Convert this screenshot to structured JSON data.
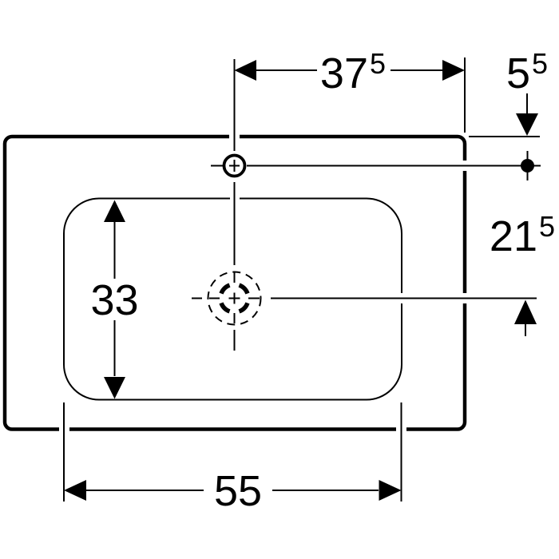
{
  "drawing": {
    "subject": "washbasin-top-view-dimension-drawing",
    "colors": {
      "line": "#000000",
      "background": "#ffffff"
    }
  },
  "dimensions": {
    "faucet_to_right_edge": {
      "value": "37",
      "sup": "5"
    },
    "top_edge_to_faucet": {
      "value": "5",
      "sup": "5"
    },
    "faucet_to_drain": {
      "value": "21",
      "sup": "5"
    },
    "bowl_height": {
      "value": "33"
    },
    "bowl_width": {
      "value": "55"
    }
  }
}
